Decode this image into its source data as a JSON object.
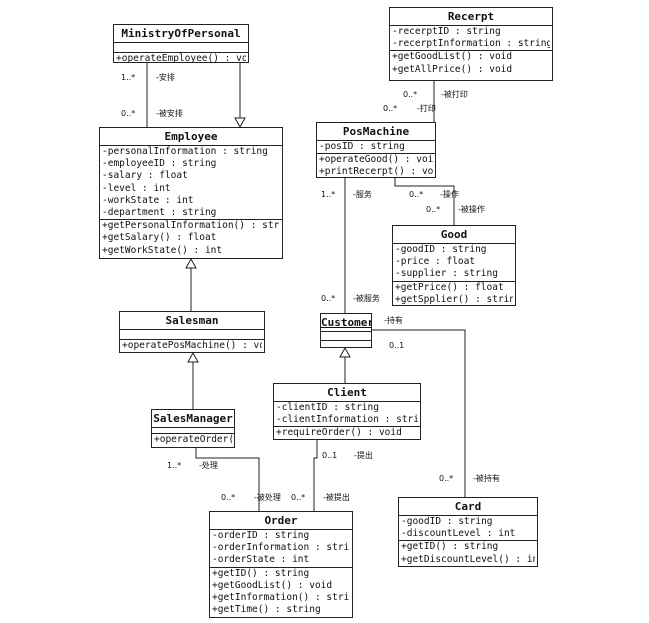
{
  "classes": {
    "ministry": {
      "name": "MinistryOfPersonal",
      "attrs": [],
      "ops": [
        "+operateEmployee() : void"
      ]
    },
    "employee": {
      "name": "Employee",
      "attrs": [
        "-personalInformation : string",
        "-employeeID : string",
        "-salary : float",
        "-level : int",
        "-workState : int",
        "-department : string"
      ],
      "ops": [
        "+getPersonalInformation() : string",
        "+getSalary() : float",
        "+getWorkState() : int"
      ]
    },
    "salesman": {
      "name": "Salesman",
      "attrs": [],
      "ops": [
        "+operatePosMachine() : void"
      ]
    },
    "salesmanager": {
      "name": "SalesManager",
      "attrs": [],
      "ops": [
        "+operateOrder()"
      ]
    },
    "receipt": {
      "name": "Recerpt",
      "attrs": [
        "-recerptID : string",
        "-recerptInformation : string"
      ],
      "ops": [
        "+getGoodList() : void",
        "+getAllPrice() : void"
      ]
    },
    "posmachine": {
      "name": "PosMachine",
      "attrs": [
        "-posID : string"
      ],
      "ops": [
        "+operateGood() : void",
        "+printRecerpt() : void"
      ]
    },
    "good": {
      "name": "Good",
      "attrs": [
        "-goodID : string",
        "-price : float",
        "-supplier : string"
      ],
      "ops": [
        "+getPrice() : float",
        "+getSpplier() : string"
      ]
    },
    "customer": {
      "name": "Customer",
      "attrs": [],
      "ops": []
    },
    "client": {
      "name": "Client",
      "attrs": [
        "-clientID : string",
        "-clientInformation : string"
      ],
      "ops": [
        "+requireOrder() : void"
      ]
    },
    "order": {
      "name": "Order",
      "attrs": [
        "-orderID : string",
        "-orderInformation : string",
        "-orderState : int"
      ],
      "ops": [
        "+getID() : string",
        "+getGoodList() : void",
        "+getInformation() : string",
        "+getTime() : string"
      ]
    },
    "card": {
      "name": "Card",
      "attrs": [
        "-goodID : string",
        "-discountLevel : int"
      ],
      "ops": [
        "+getID() : string",
        "+getDiscountLevel() : int"
      ]
    }
  },
  "labels": {
    "m_emp_mult1": "1..*",
    "m_emp_role1": "-安排",
    "m_emp_mult2": "0..*",
    "m_emp_role2": "-被安排",
    "rec_pos_mult1": "0..*",
    "rec_pos_role1": "-被打印",
    "rec_pos_mult2": "0..*",
    "rec_pos_role2": "-打印",
    "pos_cust_mult1": "1..*",
    "pos_cust_role1": "-服务",
    "pos_cust_mult2": "0..*",
    "pos_cust_role2": "-被服务",
    "pos_good_mult1": "0..*",
    "pos_good_role1": "-操作",
    "pos_good_mult2": "0..*",
    "pos_good_role2": "-被操作",
    "cust_card_role1": "-持有",
    "cust_card_mult1": "0..1",
    "cust_card_mult2": "0..*",
    "cust_card_role2": "-被持有",
    "sm_order_mult1": "1..*",
    "sm_order_role1": "-处理",
    "sm_order_mult2": "0..*",
    "sm_order_role2": "-被处理",
    "cl_order_mult1": "0..1",
    "cl_order_role1": "-提出",
    "cl_order_mult2": "0..*",
    "cl_order_role2": "-被提出"
  }
}
